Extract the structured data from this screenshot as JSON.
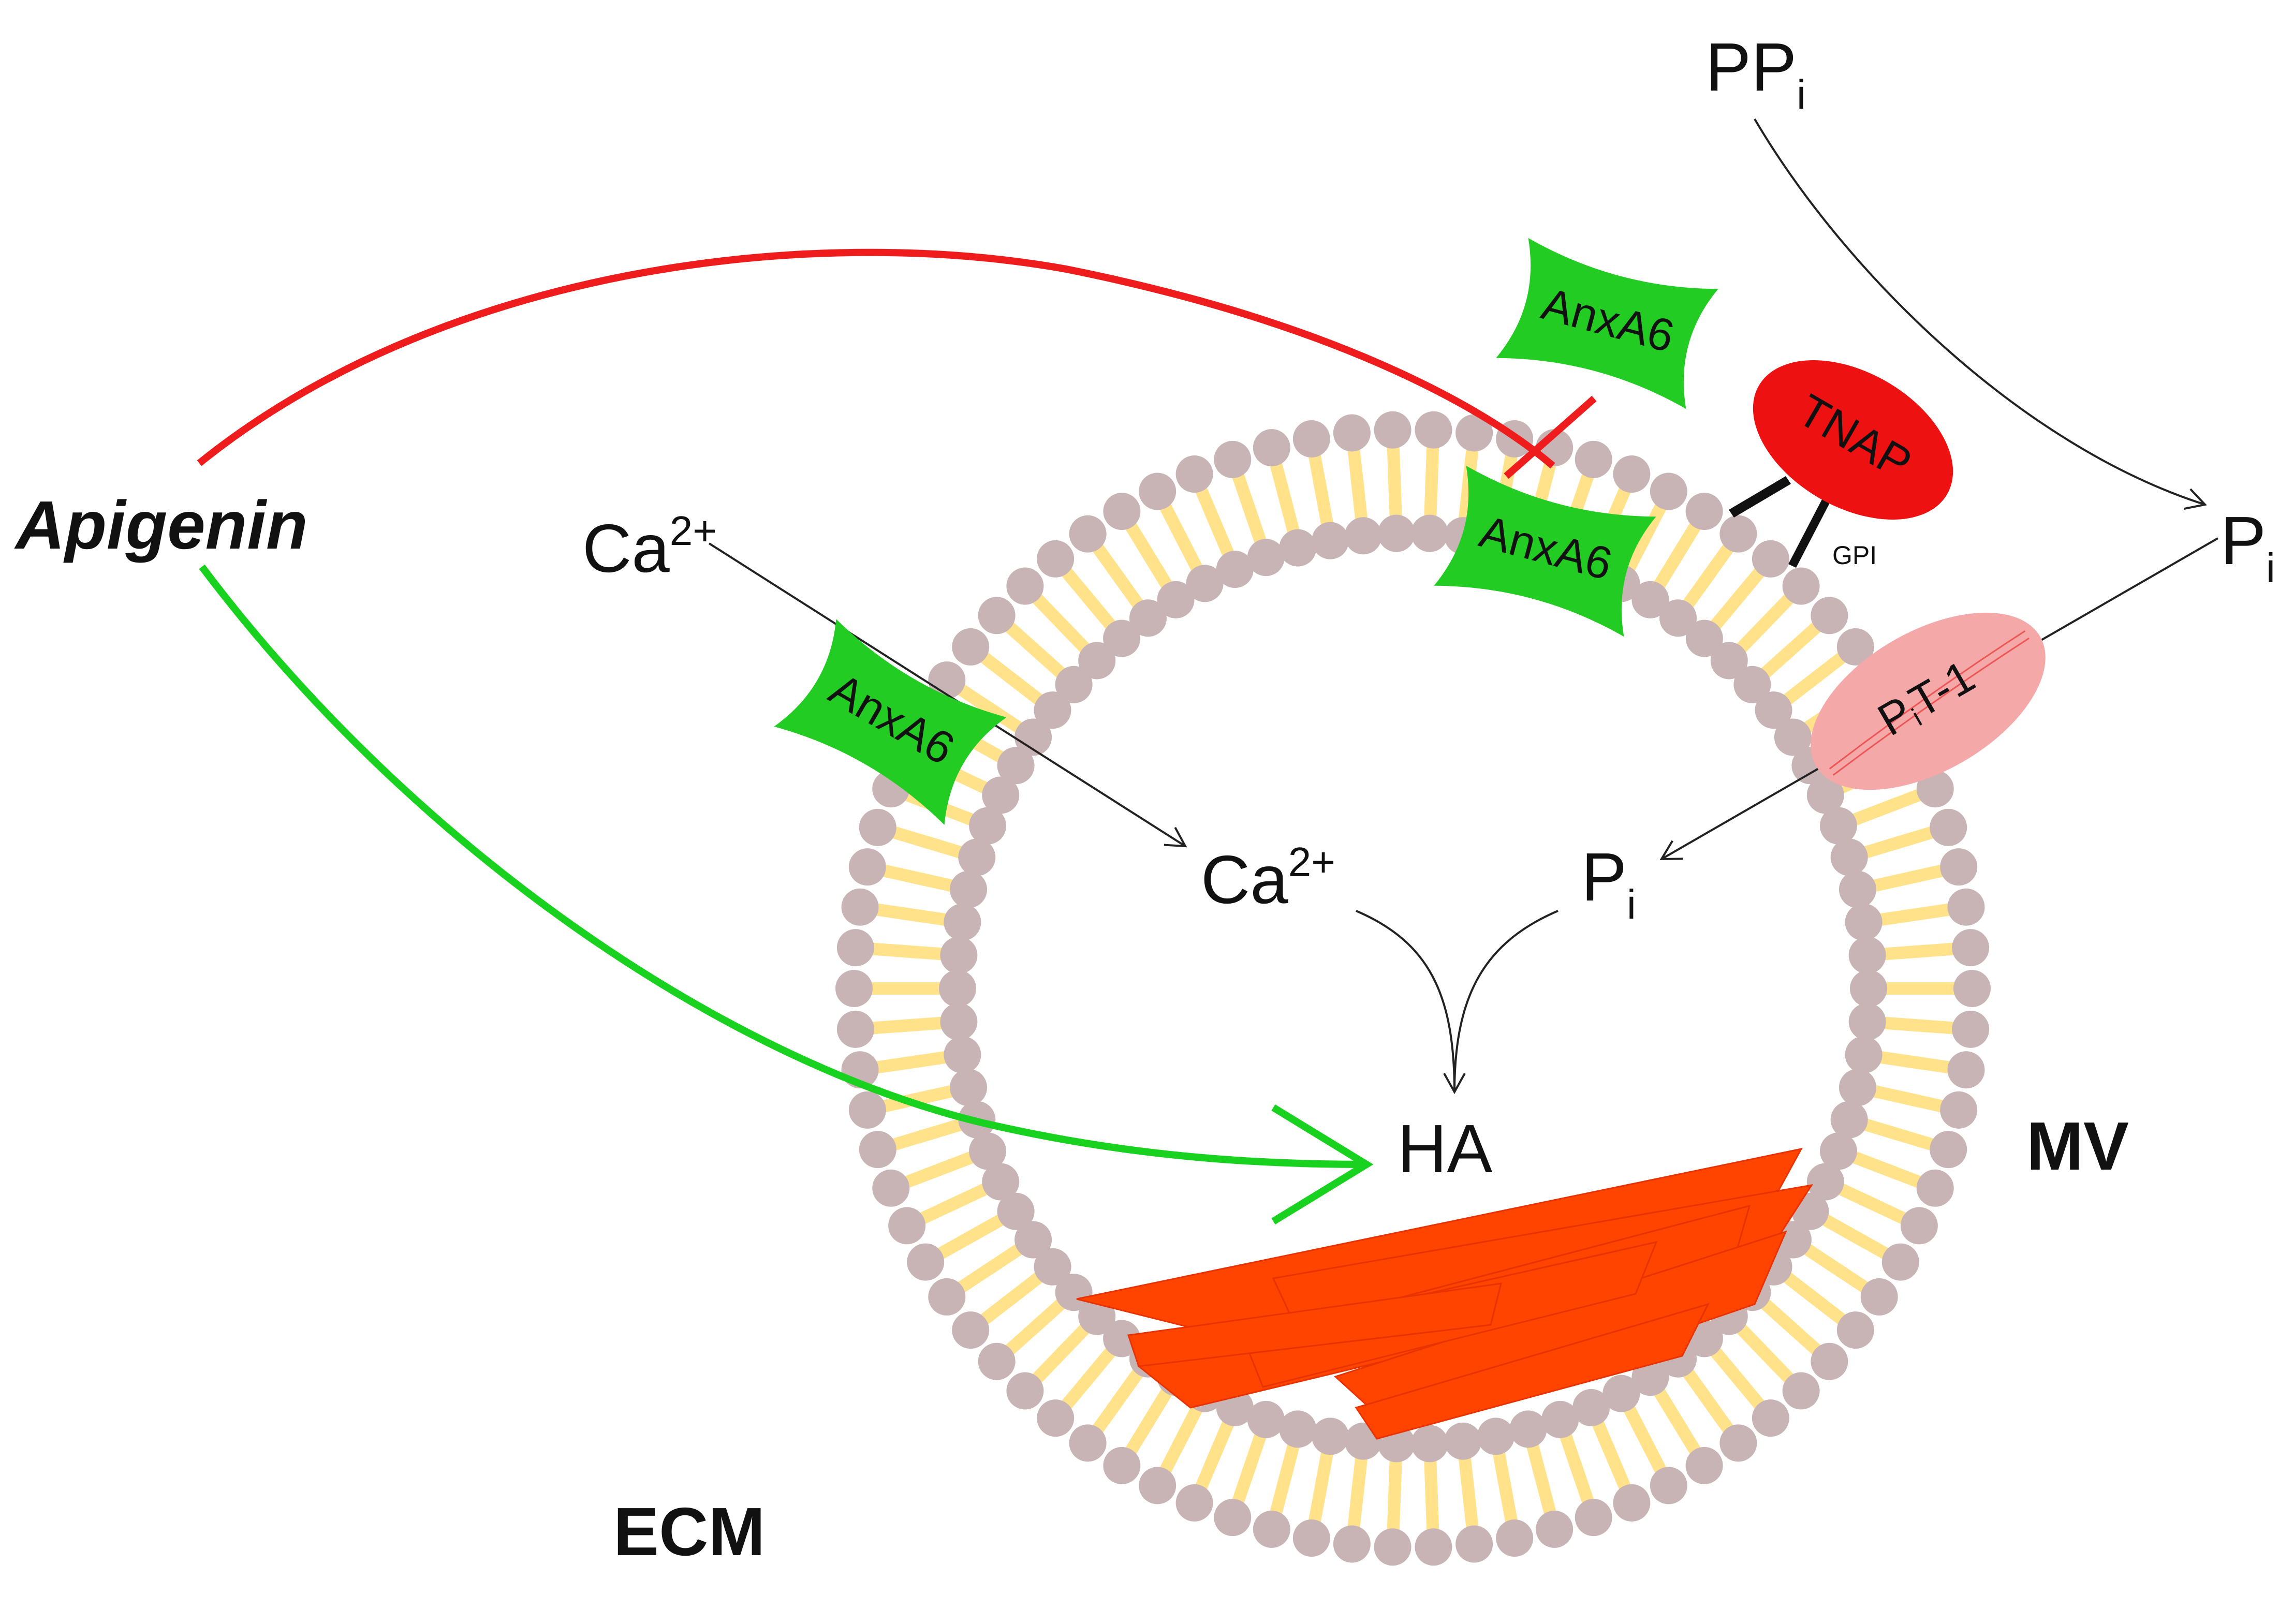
{
  "labels": {
    "apigenin": "Apigenin",
    "ca_outside": "Ca",
    "ca_inside": "Ca",
    "ca_charge": "2+",
    "ppi_main": "PP",
    "pi_main": "P",
    "i_sub": "i",
    "ha": "HA",
    "mv": "MV",
    "ecm": "ECM"
  },
  "proteins": {
    "anxa6": "AnxA6",
    "tnap": "TNAP",
    "pit1_main": "P",
    "pit1_sub": "i",
    "pit1_tail": "T-1",
    "gpi": "GPI"
  },
  "colors": {
    "inhibition": "#ee1c1c",
    "activation": "#19d11f",
    "anxa6": "#22cc22",
    "tnap": "#ee1111",
    "pit1": "#f5a8a8",
    "lipid_head": "#c8b4b4",
    "lipid_tail": "#ffe28a",
    "crystal": "#ff4400",
    "arrow": "#222222"
  }
}
